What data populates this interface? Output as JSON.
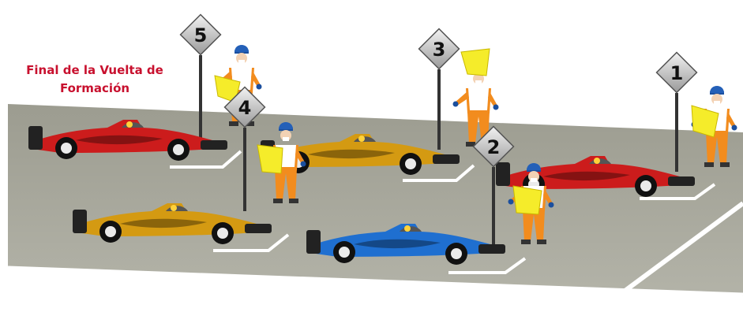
{
  "title_line1": "Final de la Vuelta de",
  "title_line2": "Formación",
  "colors": {
    "track": "#a6a69a",
    "title": "#c8102e",
    "car_red": "#cc1c1c",
    "car_gold": "#d49a12",
    "car_blue": "#1f6fd0",
    "marshal_suit": "#f28c1e",
    "flag": "#f5ec2a",
    "sign": "#cfcfcf"
  },
  "marshals": [
    {
      "number": "1",
      "icon": "diamond-sign-icon"
    },
    {
      "number": "2",
      "icon": "diamond-sign-icon"
    },
    {
      "number": "3",
      "icon": "diamond-sign-icon"
    },
    {
      "number": "4",
      "icon": "diamond-sign-icon"
    },
    {
      "number": "5",
      "icon": "diamond-sign-icon"
    }
  ],
  "cars": [
    {
      "color": "red",
      "icon": "race-car-icon"
    },
    {
      "color": "gold",
      "icon": "race-car-icon"
    },
    {
      "color": "red",
      "icon": "race-car-icon"
    },
    {
      "color": "gold",
      "icon": "race-car-icon"
    },
    {
      "color": "blue",
      "icon": "race-car-icon"
    }
  ]
}
